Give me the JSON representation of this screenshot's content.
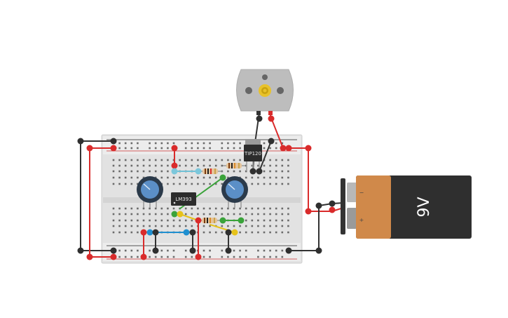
{
  "circuit": {
    "ic_chip_label": "LM393",
    "transistor_label": "TIP120",
    "battery_label": "9V",
    "battery_minus_symbol": "−",
    "battery_plus_symbol": "+"
  },
  "colors": {
    "wire_red": "#d92b2b",
    "wire_black": "#333333",
    "wire_green": "#3aa33a",
    "wire_blue": "#1f8fd0",
    "wire_yellow": "#e6c21a",
    "breadboard": "#e3e3e3",
    "battery_body": "#2f2f2f",
    "battery_label_band": "#d0894a",
    "motor": "#bdbdbd",
    "pot_knob": "#5b8fc7"
  },
  "icons": [
    "dc-motor-icon",
    "potentiometer-icon",
    "resistor-icon",
    "battery-9v-icon",
    "ic-chip-icon",
    "transistor-icon"
  ]
}
